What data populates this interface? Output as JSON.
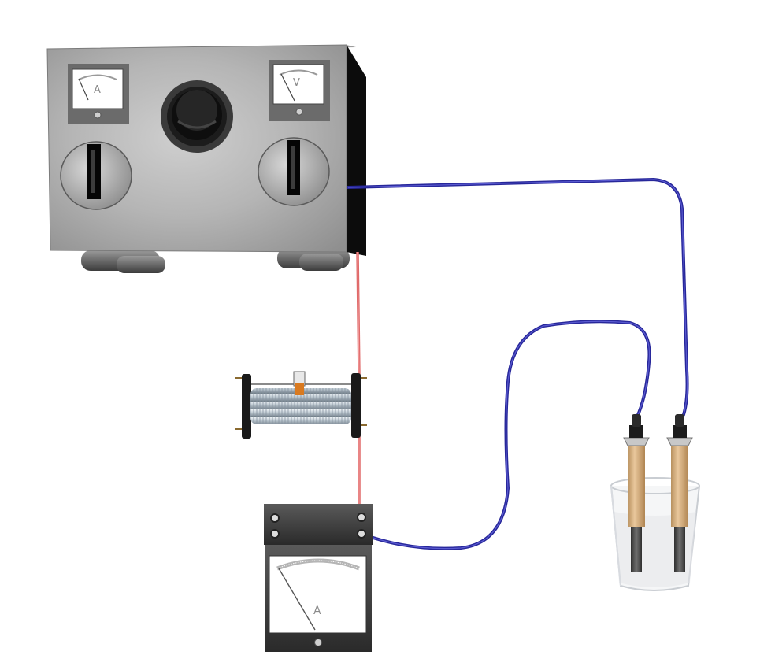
{
  "power_supply": {
    "ammeter_symbol": "A",
    "voltmeter_symbol": "V"
  },
  "ammeter": {
    "symbol": "A"
  },
  "colors": {
    "wire_positive": "#e06a6a",
    "wire_negative": "#27279a",
    "box_body": "#b3b3b3",
    "box_side": "#0c0c0c",
    "electrode_tube": "#dcb48a",
    "electrode_rod": "#555555"
  }
}
